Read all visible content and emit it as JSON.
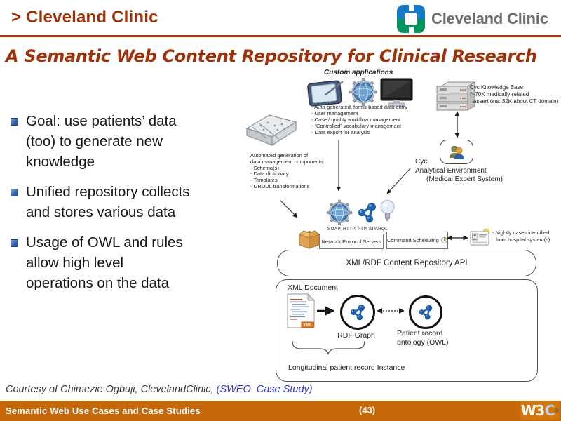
{
  "slide": {
    "header": {
      "brand": "> Cleveland Clinic",
      "logo_text": "Cleveland Clinic"
    },
    "title": "A Semantic Web Content Repository for Clinical Research",
    "bullets": [
      {
        "lines": [
          "Goal: use patients’ data",
          "(too) to generate new",
          "knowledge"
        ]
      },
      {
        "lines": [
          "Unified repository collects",
          "and stores various data"
        ]
      },
      {
        "lines": [
          "Usage of OWL and rules",
          "allow high level",
          "operations on the data"
        ]
      }
    ],
    "diagram": {
      "custom_apps_label": "Custom applications",
      "custom_apps_list": [
        "- Auto-generated, forms-based data entry",
        "- User management",
        "- Case / quality workflow management",
        "- “Controlled” vocabulary management",
        "- Data export for analysis"
      ],
      "autogen_lines": [
        "Automated generation of",
        "data management components:",
        "- Schema(s)",
        "- Data dictionary",
        "- Templates",
        "- GRDDL transformations"
      ],
      "cyc_kb_lines": [
        "Cyc Knowledge Base",
        "(~70K medically-related",
        "assertions: 32K about CT domain)"
      ],
      "cyc_env_lines": [
        "Cyc",
        "Analytical Environment",
        "(Medical Expert System)"
      ],
      "protocols_label": "SOAP, HTTP, FTP, SPARQL",
      "network_box_label": "Network Protocol Servers",
      "scheduling_box_label": "Command Scheduling",
      "nightly_lines": [
        "- Nightly cases identified",
        "from hospital system(s)"
      ],
      "api_box_label": "XML/RDF Content Repository API",
      "xml_doc_label": "XML Document",
      "xml_badge": "XML",
      "rdf_graph_label": "RDF Graph",
      "ontology_lines": [
        "Patient record",
        "ontology (OWL)"
      ],
      "instance_label": "Longitudinal patient record Instance"
    },
    "footer": {
      "courtesy_text": "Courtesy of Chimezie Ogbuji, ClevelandClinic, ",
      "courtesy_link": "(SWEO  Case Study)",
      "bar_title": "Semantic Web Use Cases and Case Studies",
      "page_number": "(43)",
      "w3c": {
        "w3": "W3",
        "c": "C",
        "mark": "®"
      }
    },
    "colors": {
      "accent": "#A0320A",
      "footer_bar": "#C5690A",
      "link_blue": "#3333CC",
      "logo_blue": "#1479C9",
      "logo_green": "#00945F",
      "logo_gray": "#6D6E71",
      "molecule_blue": "#1d5fae"
    }
  }
}
